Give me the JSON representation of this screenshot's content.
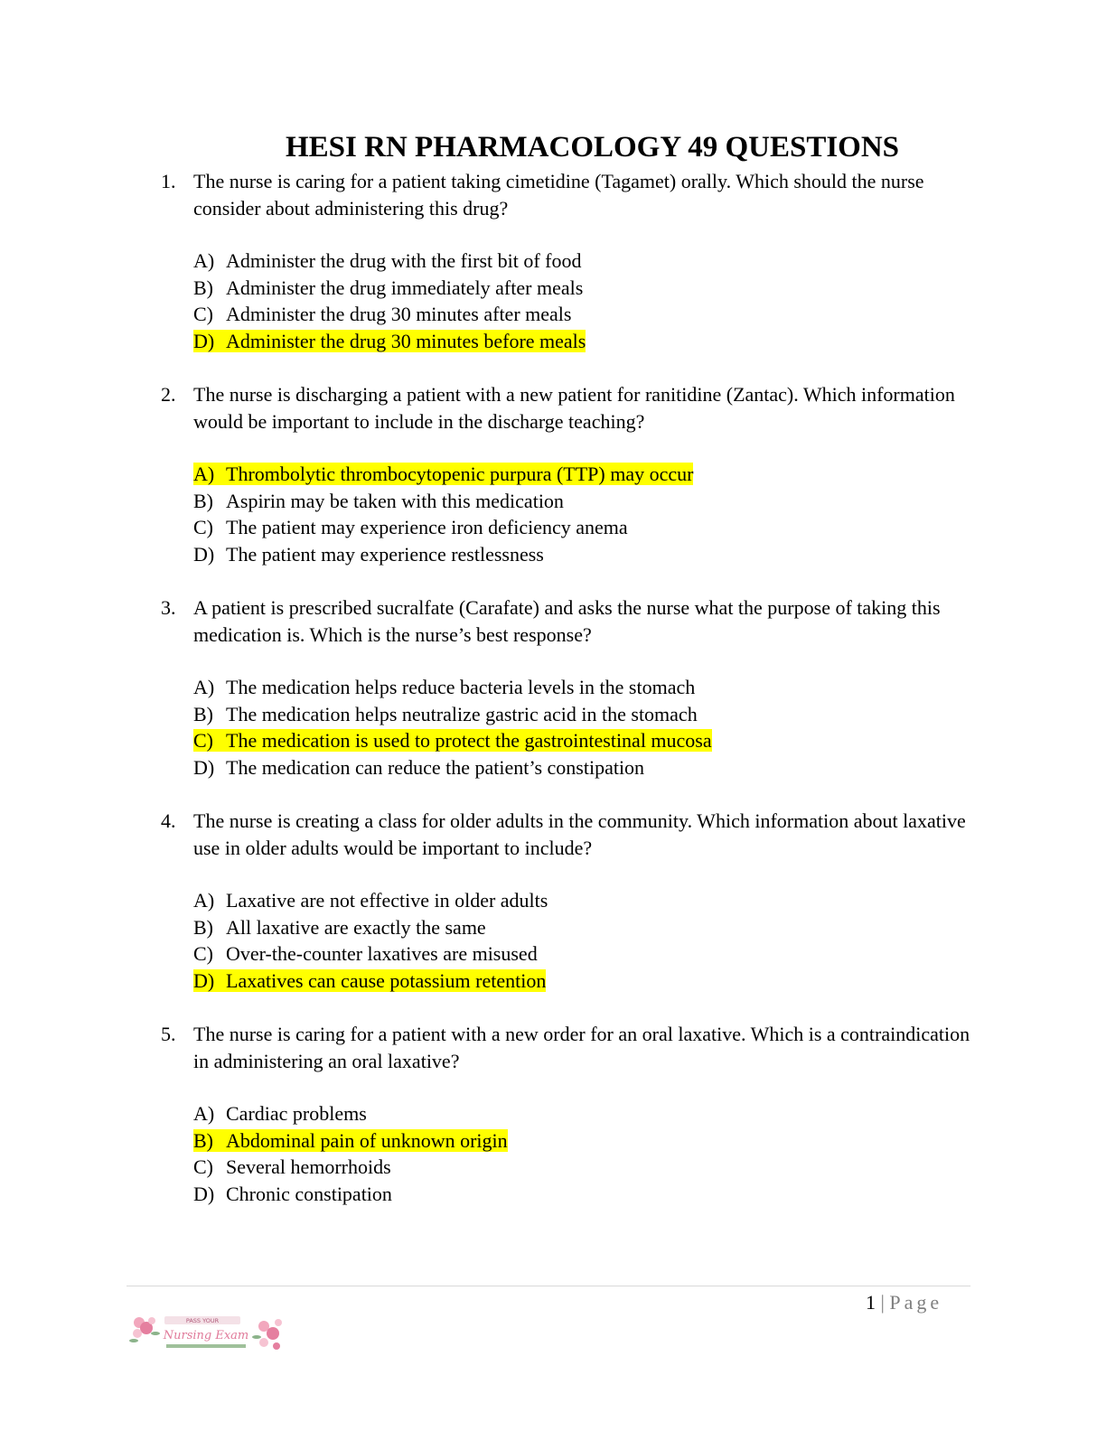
{
  "document": {
    "title": "HESI RN PHARMACOLOGY 49 QUESTIONS",
    "questions": [
      {
        "number": "1.",
        "text": "The nurse is caring for a patient taking cimetidine (Tagamet) orally. Which should the nurse consider about administering this drug?",
        "options": [
          {
            "letter": "A)",
            "text": "Administer the drug with the first bit of food",
            "highlighted": false
          },
          {
            "letter": "B)",
            "text": "Administer the drug immediately after meals",
            "highlighted": false
          },
          {
            "letter": "C)",
            "text": "Administer the drug 30 minutes after meals",
            "highlighted": false
          },
          {
            "letter": "D)",
            "text": "Administer the drug 30 minutes before meals",
            "highlighted": true
          }
        ]
      },
      {
        "number": "2.",
        "text": "The nurse is discharging a patient with a new patient for ranitidine (Zantac). Which information would be important to include in the discharge teaching?",
        "options": [
          {
            "letter": "A)",
            "text": "Thrombolytic thrombocytopenic purpura (TTP) may occur",
            "highlighted": true
          },
          {
            "letter": "B)",
            "text": "Aspirin may be taken with this medication",
            "highlighted": false
          },
          {
            "letter": "C)",
            "text": "The patient may experience iron deficiency anema",
            "highlighted": false
          },
          {
            "letter": "D)",
            "text": "The patient may experience restlessness",
            "highlighted": false
          }
        ]
      },
      {
        "number": "3.",
        "text": "A patient is prescribed sucralfate (Carafate) and asks the nurse what the purpose of taking this medication is. Which is the nurse’s best response?",
        "options": [
          {
            "letter": "A)",
            "text": "The medication helps reduce bacteria levels in the stomach",
            "highlighted": false
          },
          {
            "letter": "B)",
            "text": "The medication helps neutralize gastric acid in the stomach",
            "highlighted": false
          },
          {
            "letter": "C)",
            "text": "The medication is used to protect the gastrointestinal mucosa",
            "highlighted": true
          },
          {
            "letter": "D)",
            "text": "The medication can reduce the patient’s constipation",
            "highlighted": false
          }
        ]
      },
      {
        "number": "4.",
        "text": "The nurse is creating a class for older adults in the community. Which information about laxative use in older adults would be important to include?",
        "options": [
          {
            "letter": "A)",
            "text": "Laxative are not effective in older adults",
            "highlighted": false
          },
          {
            "letter": "B)",
            "text": "All laxative are exactly the same",
            "highlighted": false
          },
          {
            "letter": "C)",
            "text": "Over-the-counter laxatives are misused",
            "highlighted": false
          },
          {
            "letter": "D)",
            "text": "Laxatives can cause potassium retention",
            "highlighted": true
          }
        ]
      },
      {
        "number": "5.",
        "text": "The nurse is caring for a patient with a new order for an oral laxative. Which is a contraindication in administering an oral laxative?",
        "options": [
          {
            "letter": "A)",
            "text": "Cardiac problems",
            "highlighted": false
          },
          {
            "letter": "B)",
            "text": "Abdominal pain of unknown origin",
            "highlighted": true
          },
          {
            "letter": "C)",
            "text": "Several hemorrhoids",
            "highlighted": false
          },
          {
            "letter": "D)",
            "text": "Chronic constipation",
            "highlighted": false
          }
        ]
      }
    ]
  },
  "footer": {
    "page_number": "1",
    "separator": "|",
    "page_label": "Page",
    "logo_text_top": "PASS YOUR",
    "logo_text_main": "Nursing Exam"
  },
  "colors": {
    "highlight": "#ffff00",
    "footer_text": "#7f7f7f",
    "logo_pink": "#e07a9a"
  }
}
